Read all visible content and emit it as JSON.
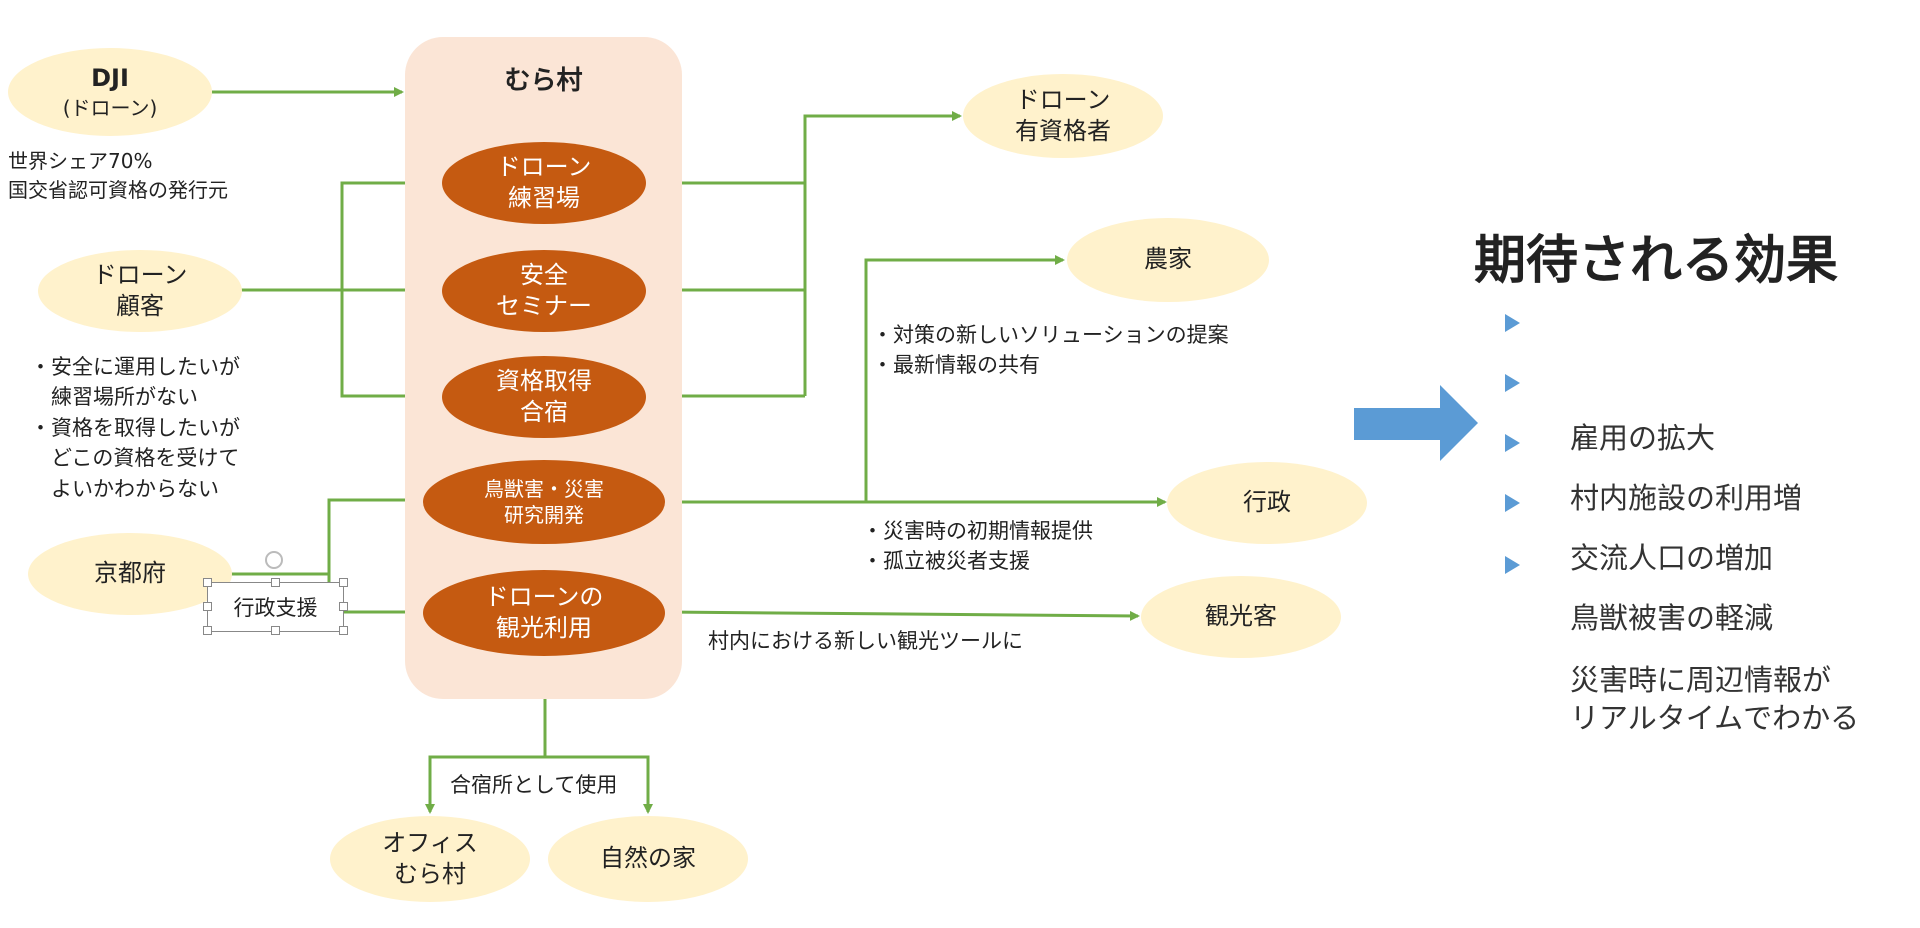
{
  "village": {
    "title": "むら村"
  },
  "nodes": {
    "dji": {
      "name": "DJI",
      "sub": "(ドローン)"
    },
    "drone_customer": "ドローン\n顧客",
    "kyoto": "京都府",
    "drone_practice": "ドローン\n練習場",
    "safety_seminar": "安全\nセミナー",
    "license_camp": "資格取得\n合宿",
    "wildlife_research": "鳥獣害・災害\n研究開発",
    "drone_tourism": "ドローンの\n観光利用",
    "drone_licensed": "ドローン\n有資格者",
    "farmer": "農家",
    "government": "行政",
    "tourist": "観光客",
    "office": "オフィス\nむら村",
    "nature_house": "自然の家"
  },
  "notes": {
    "dji": "世界シェア70%\n国交省認可資格の発行元",
    "customer": "・安全に運用したいが\n　練習場所がない\n・資格を取得したいが\n　どこの資格を受けて\n　よいかわからない",
    "farmer": "・対策の新しいソリューションの提案\n・最新情報の共有",
    "government": "・災害時の初期情報提供\n・孤立被災者支援",
    "tourist": "村内における新しい観光ツールに",
    "camp": "合宿所として使用",
    "admin_support": "行政支援"
  },
  "effects": {
    "title": "期待される効果",
    "items": [
      "雇用の拡大",
      "村内施設の利用増",
      "交流人口の増加",
      "鳥獣被害の軽減",
      "災害時に周辺情報が\nリアルタイムでわかる"
    ]
  },
  "colors": {
    "beige": "#fff2cc",
    "orange": "#c55a11",
    "village_bg": "#fbe5d6",
    "arrow_green": "#70ad47",
    "effect_arrow": "#5b9bd5"
  }
}
